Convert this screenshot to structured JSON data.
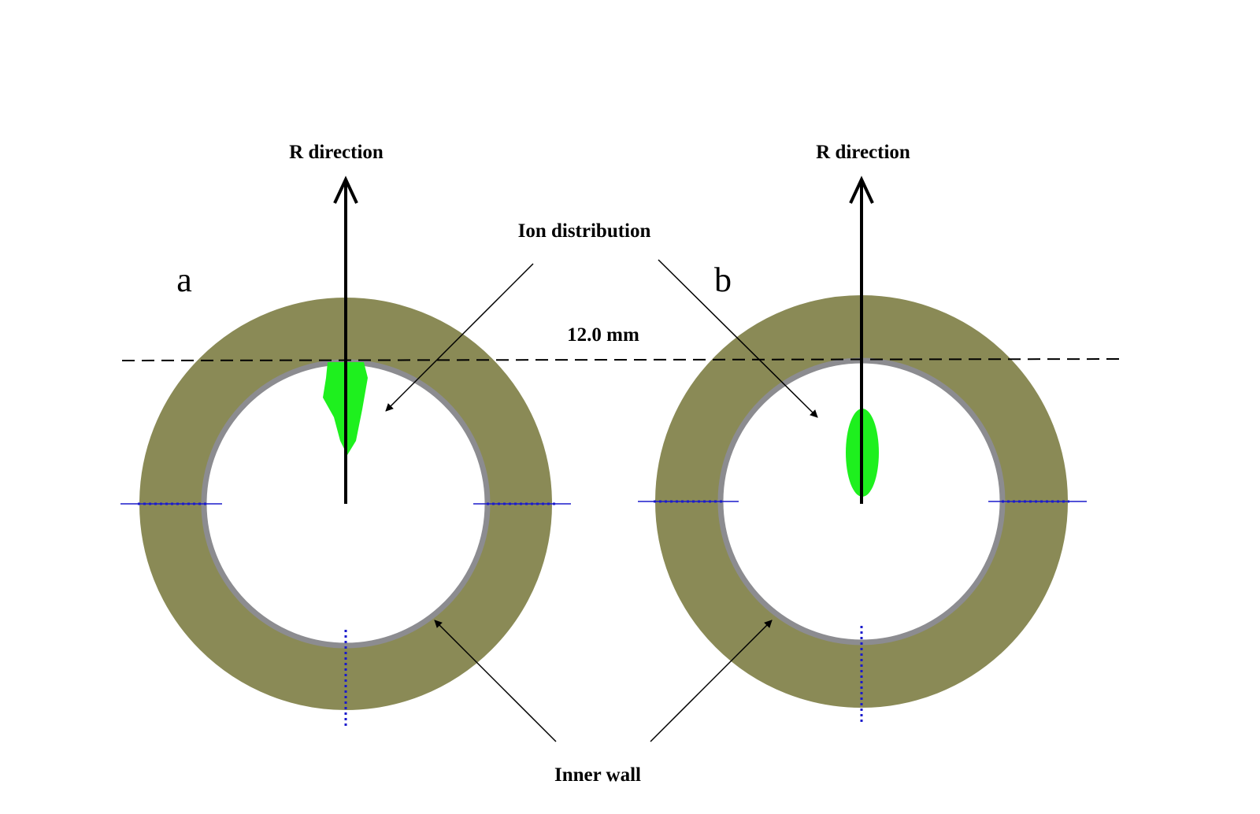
{
  "labels": {
    "r_direction_a": "R direction",
    "r_direction_b": "R direction",
    "ion_distribution": "Ion distribution",
    "distance": "12.0 mm",
    "inner_wall": "Inner wall",
    "panel_a": "a",
    "panel_b": "b"
  },
  "colors": {
    "ring": "#8a8a56",
    "inner_wall": "#8c8c90",
    "ions": "#1ef01e",
    "axis_marks": "#1a1acc"
  }
}
